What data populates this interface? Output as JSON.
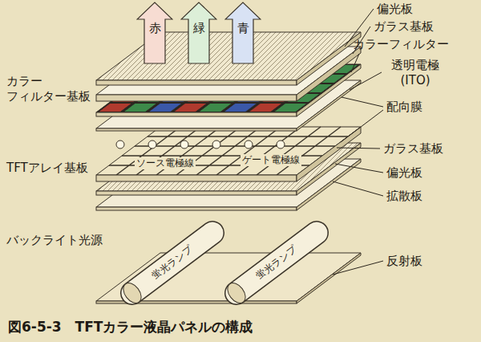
{
  "diagram": {
    "caption": "図6-5-3　TFTカラー液晶パネルの構成",
    "nodes": [
      {
        "text": [
          "赤"
        ]
      },
      {
        "text": [
          "緑"
        ]
      },
      {
        "text": [
          "青"
        ]
      }
    ],
    "labels": [
      "偏光板",
      "ガラス基板",
      "カラーフィルター",
      "透明電極 (ITO)",
      "配向膜",
      "ガラス基板",
      "偏光板",
      "拡散板",
      "反射板",
      "カラー フィルター基板",
      "TFTアレイ基板",
      "バックライト光源",
      "ゲート電極線",
      "ソース電極線",
      "蛍光ランプ",
      "蛍光ランプ"
    ]
  }
}
